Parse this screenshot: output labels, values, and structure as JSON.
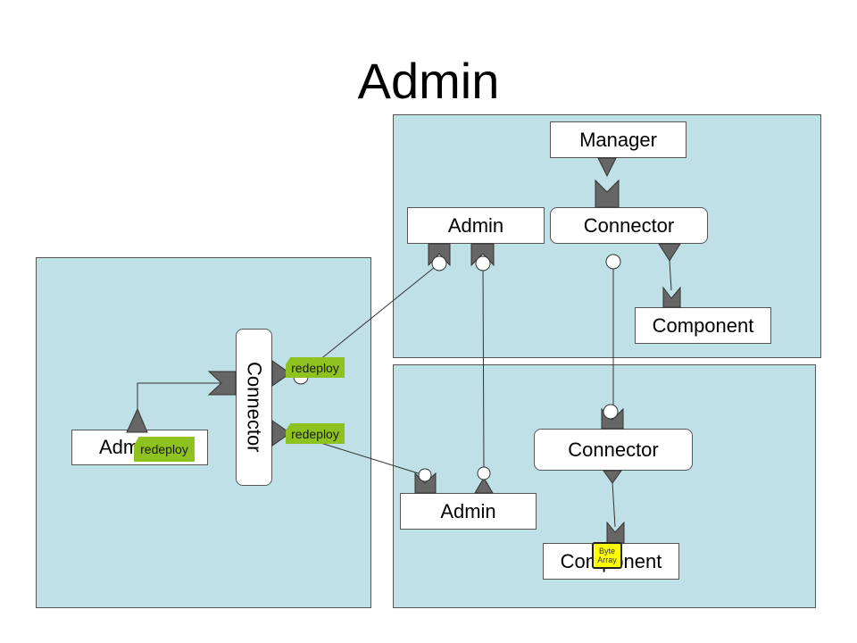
{
  "title": "Admin",
  "colors": {
    "panel": "#bfe0e6",
    "tag": "#8dc21f",
    "port": "#666666",
    "byte_array": "#ffff00"
  },
  "top_panel": {
    "manager": "Manager",
    "admin": "Admin",
    "connector": "Connector",
    "component": "Component"
  },
  "bottom_panel": {
    "connector": "Connector",
    "admin": "Admin",
    "component": "Component",
    "byte_array": "Byte Array"
  },
  "left_panel": {
    "connector": "Connector",
    "admin": "Admin",
    "tags": [
      "redeploy",
      "redeploy",
      "redeploy"
    ]
  }
}
